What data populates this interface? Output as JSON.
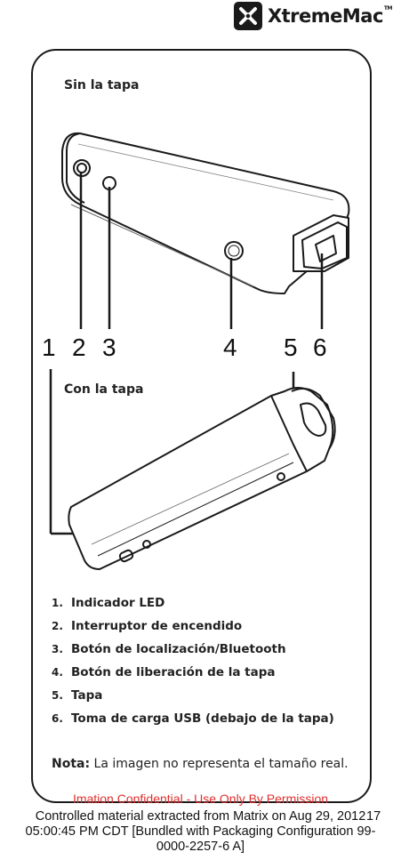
{
  "brand": {
    "name": "XtremeMac",
    "tm": "TM",
    "icon": "x-logo-icon"
  },
  "section_top_title": "Sin la tapa",
  "section_bottom_title": "Con la tapa",
  "callouts": [
    "1",
    "2",
    "3",
    "4",
    "5",
    "6"
  ],
  "parts": [
    {
      "idx": "1.",
      "label": "Indicador LED"
    },
    {
      "idx": "2.",
      "label": "Interruptor de encendido"
    },
    {
      "idx": "3.",
      "label": "Botón de localización/Bluetooth"
    },
    {
      "idx": "4.",
      "label": "Botón de liberación de la tapa"
    },
    {
      "idx": "5.",
      "label": "Tapa"
    },
    {
      "idx": "6.",
      "label": "Toma de carga USB (debajo de la tapa)"
    }
  ],
  "note": {
    "label": "Nota:",
    "text": "La imagen no representa el tamaño real."
  },
  "confidential": "Imation Confidential - Use Only By Permission",
  "controlled": {
    "line1": "Controlled material extracted from Matrix on Aug 29, 2012",
    "line2": "05:00:45 PM CDT [Bundled with Packaging Configuration 99-",
    "line3": "0000-2257-6 A]"
  },
  "page_number": "17"
}
